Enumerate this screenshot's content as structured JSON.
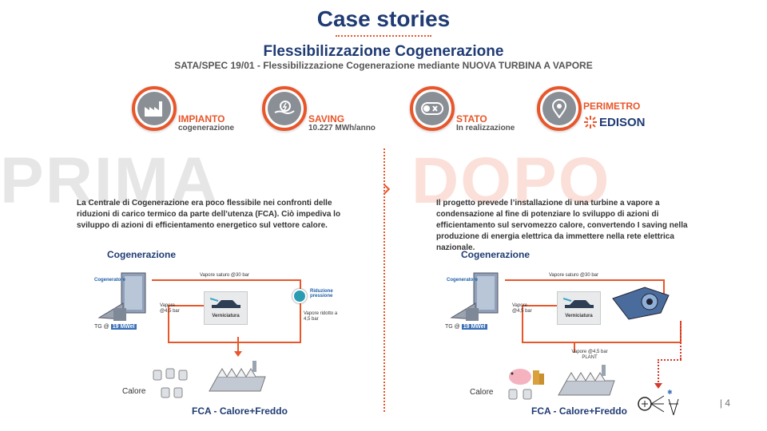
{
  "header": {
    "title": "Case stories",
    "subtitle": "Flessibilizzazione Cogenerazione",
    "subsubtitle": "SATA/SPEC 19/01 - Flessibilizzazione Cogenerazione mediante NUOVA TURBINA A VAPORE"
  },
  "kpis": [
    {
      "label": "IMPIANTO",
      "value": "cogenerazione",
      "icon": "factory-icon"
    },
    {
      "label": "SAVING",
      "value": "10.227 MWh/anno",
      "icon": "hand-energy-icon"
    },
    {
      "label": "STATO",
      "value": "In realizzazione",
      "icon": "toggle-icon"
    },
    {
      "label": "PERIMETRO",
      "value": "EDISON",
      "icon": "location-pin-icon"
    }
  ],
  "before": {
    "word": "PRIMA",
    "text": "La Centrale di Cogenerazione era poco flessibile nei confronti delle riduzioni di carico termico da parte dell’utenza (FCA). Ciò impediva lo sviluppo di azioni di efficientamento energetico sul vettore calore.",
    "diagram": {
      "title": "Cogenerazione",
      "cogeneratore": "Cogeneratore",
      "vapore_saturo": "Vapore saturo @30 bar",
      "vapore_45": "Vapore @4,5 bar",
      "verniciatura": "Verniciatura",
      "riduzione": "Riduzione pressione",
      "vapore_ridotto": "Vapore ridotto a 4,5 bar",
      "tg": "TG @",
      "mw": "19 MWel",
      "calore": "Calore",
      "fca": "FCA - Calore+Freddo"
    }
  },
  "after": {
    "word": "DOPO",
    "text": "Il progetto prevede l’installazione di una turbine a vapore a condensazione al fine di potenziare lo sviluppo di azioni di efficientamento sul servomezzo calore, convertendo I saving nella produzione di energia elettrica da immettere nella rete elettrica nazionale.",
    "diagram": {
      "title": "Cogenerazione",
      "cogeneratore": "Cogeneratore",
      "vapore_saturo": "Vapore saturo @30 bar",
      "vapore_45": "Vapore @4,5 bar",
      "verniciatura": "Verniciatura",
      "vapore_plant": "Vapore @4,5 bar PLANT",
      "tg": "TG @",
      "mw": "19 MWel",
      "calore": "Calore",
      "fca": "FCA - Calore+Freddo"
    }
  },
  "page_number": "| 4",
  "colors": {
    "accent": "#e8562a",
    "navy": "#1f3b73"
  }
}
